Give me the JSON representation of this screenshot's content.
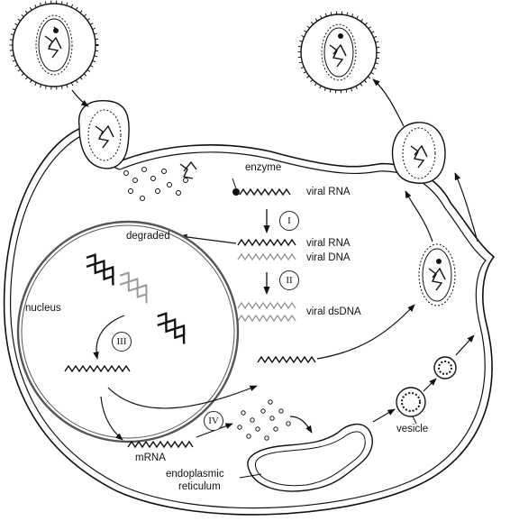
{
  "labels": {
    "enzyme": "enzyme",
    "viral_rna": "viral RNA",
    "viral_rna_2": "viral RNA",
    "viral_dna": "viral DNA",
    "viral_dsdna": "viral dsDNA",
    "degraded": "degraded",
    "nucleus": "nucleus",
    "mrna": "mRNA",
    "vesicle": "vesicle",
    "er_line1": "endoplasmic",
    "er_line2": "reticulum"
  },
  "steps": {
    "I": "I",
    "II": "II",
    "III": "III",
    "IV": "IV"
  },
  "colors": {
    "stroke": "#111111",
    "membrane_fill": "#ffffff",
    "dna_light": "#9a9a9a",
    "nucleus_stroke": "#555555"
  }
}
